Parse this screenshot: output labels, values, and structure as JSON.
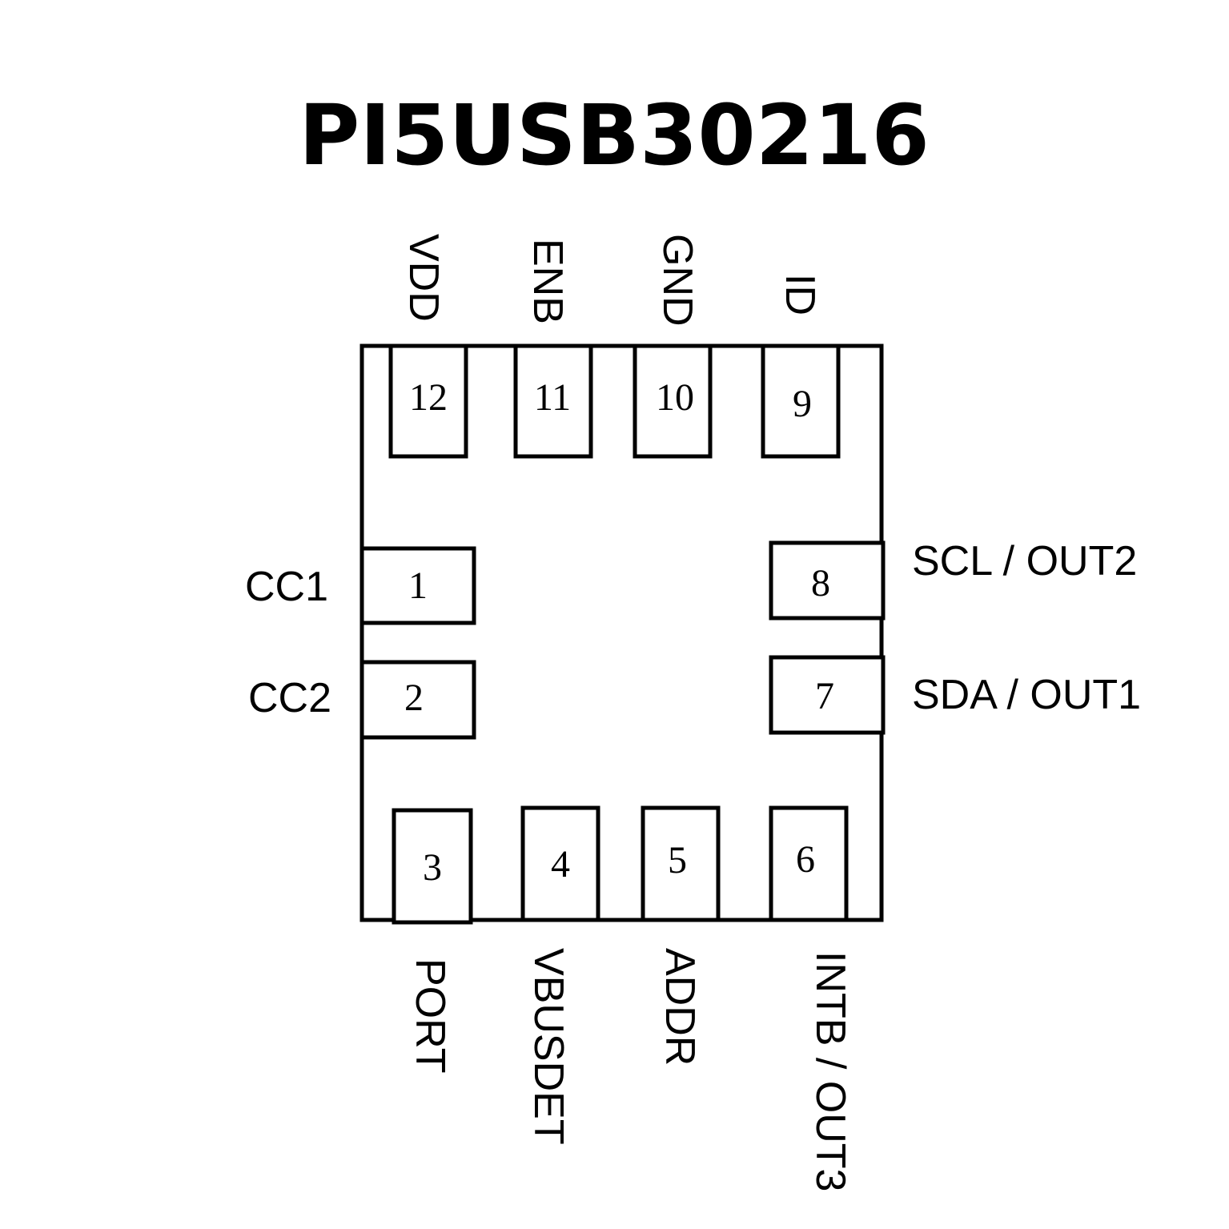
{
  "title": "PI5USB30216",
  "colors": {
    "stroke": "#000000",
    "background": "#ffffff",
    "text": "#000000"
  },
  "pins": {
    "top": [
      {
        "number": "12",
        "label": "VDD"
      },
      {
        "number": "11",
        "label": "ENB"
      },
      {
        "number": "10",
        "label": "GND"
      },
      {
        "number": "9",
        "label": "ID"
      }
    ],
    "left": [
      {
        "number": "1",
        "label": "CC1"
      },
      {
        "number": "2",
        "label": "CC2"
      }
    ],
    "right": [
      {
        "number": "8",
        "label": "SCL / OUT2"
      },
      {
        "number": "7",
        "label": "SDA / OUT1"
      }
    ],
    "bottom": [
      {
        "number": "3",
        "label": "PORT"
      },
      {
        "number": "4",
        "label": "VBUSDET"
      },
      {
        "number": "5",
        "label": "ADDR"
      },
      {
        "number": "6",
        "label": "INTB / OUT3"
      }
    ]
  }
}
